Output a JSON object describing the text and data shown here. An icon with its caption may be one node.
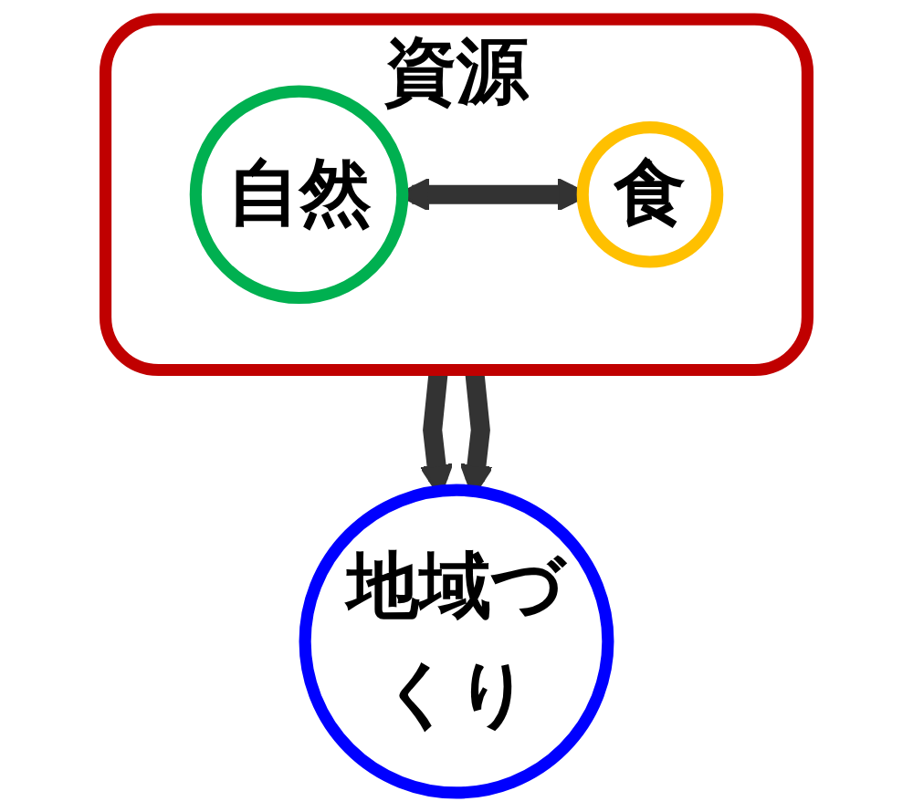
{
  "diagram": {
    "nodes": [
      {
        "text": [
          "資源"
        ]
      },
      {
        "text": [
          "自然"
        ],
        "in": 0
      },
      {
        "text": [
          "食"
        ],
        "in": 0
      },
      {
        "text": [
          "地域づくり"
        ]
      }
    ],
    "edges": [
      {
        "from": 1,
        "to": 2,
        "arrow": "both"
      },
      {
        "from": 0,
        "to": 3,
        "arrow": "to"
      },
      {
        "from": 0,
        "to": 3,
        "arrow": "to"
      }
    ]
  }
}
